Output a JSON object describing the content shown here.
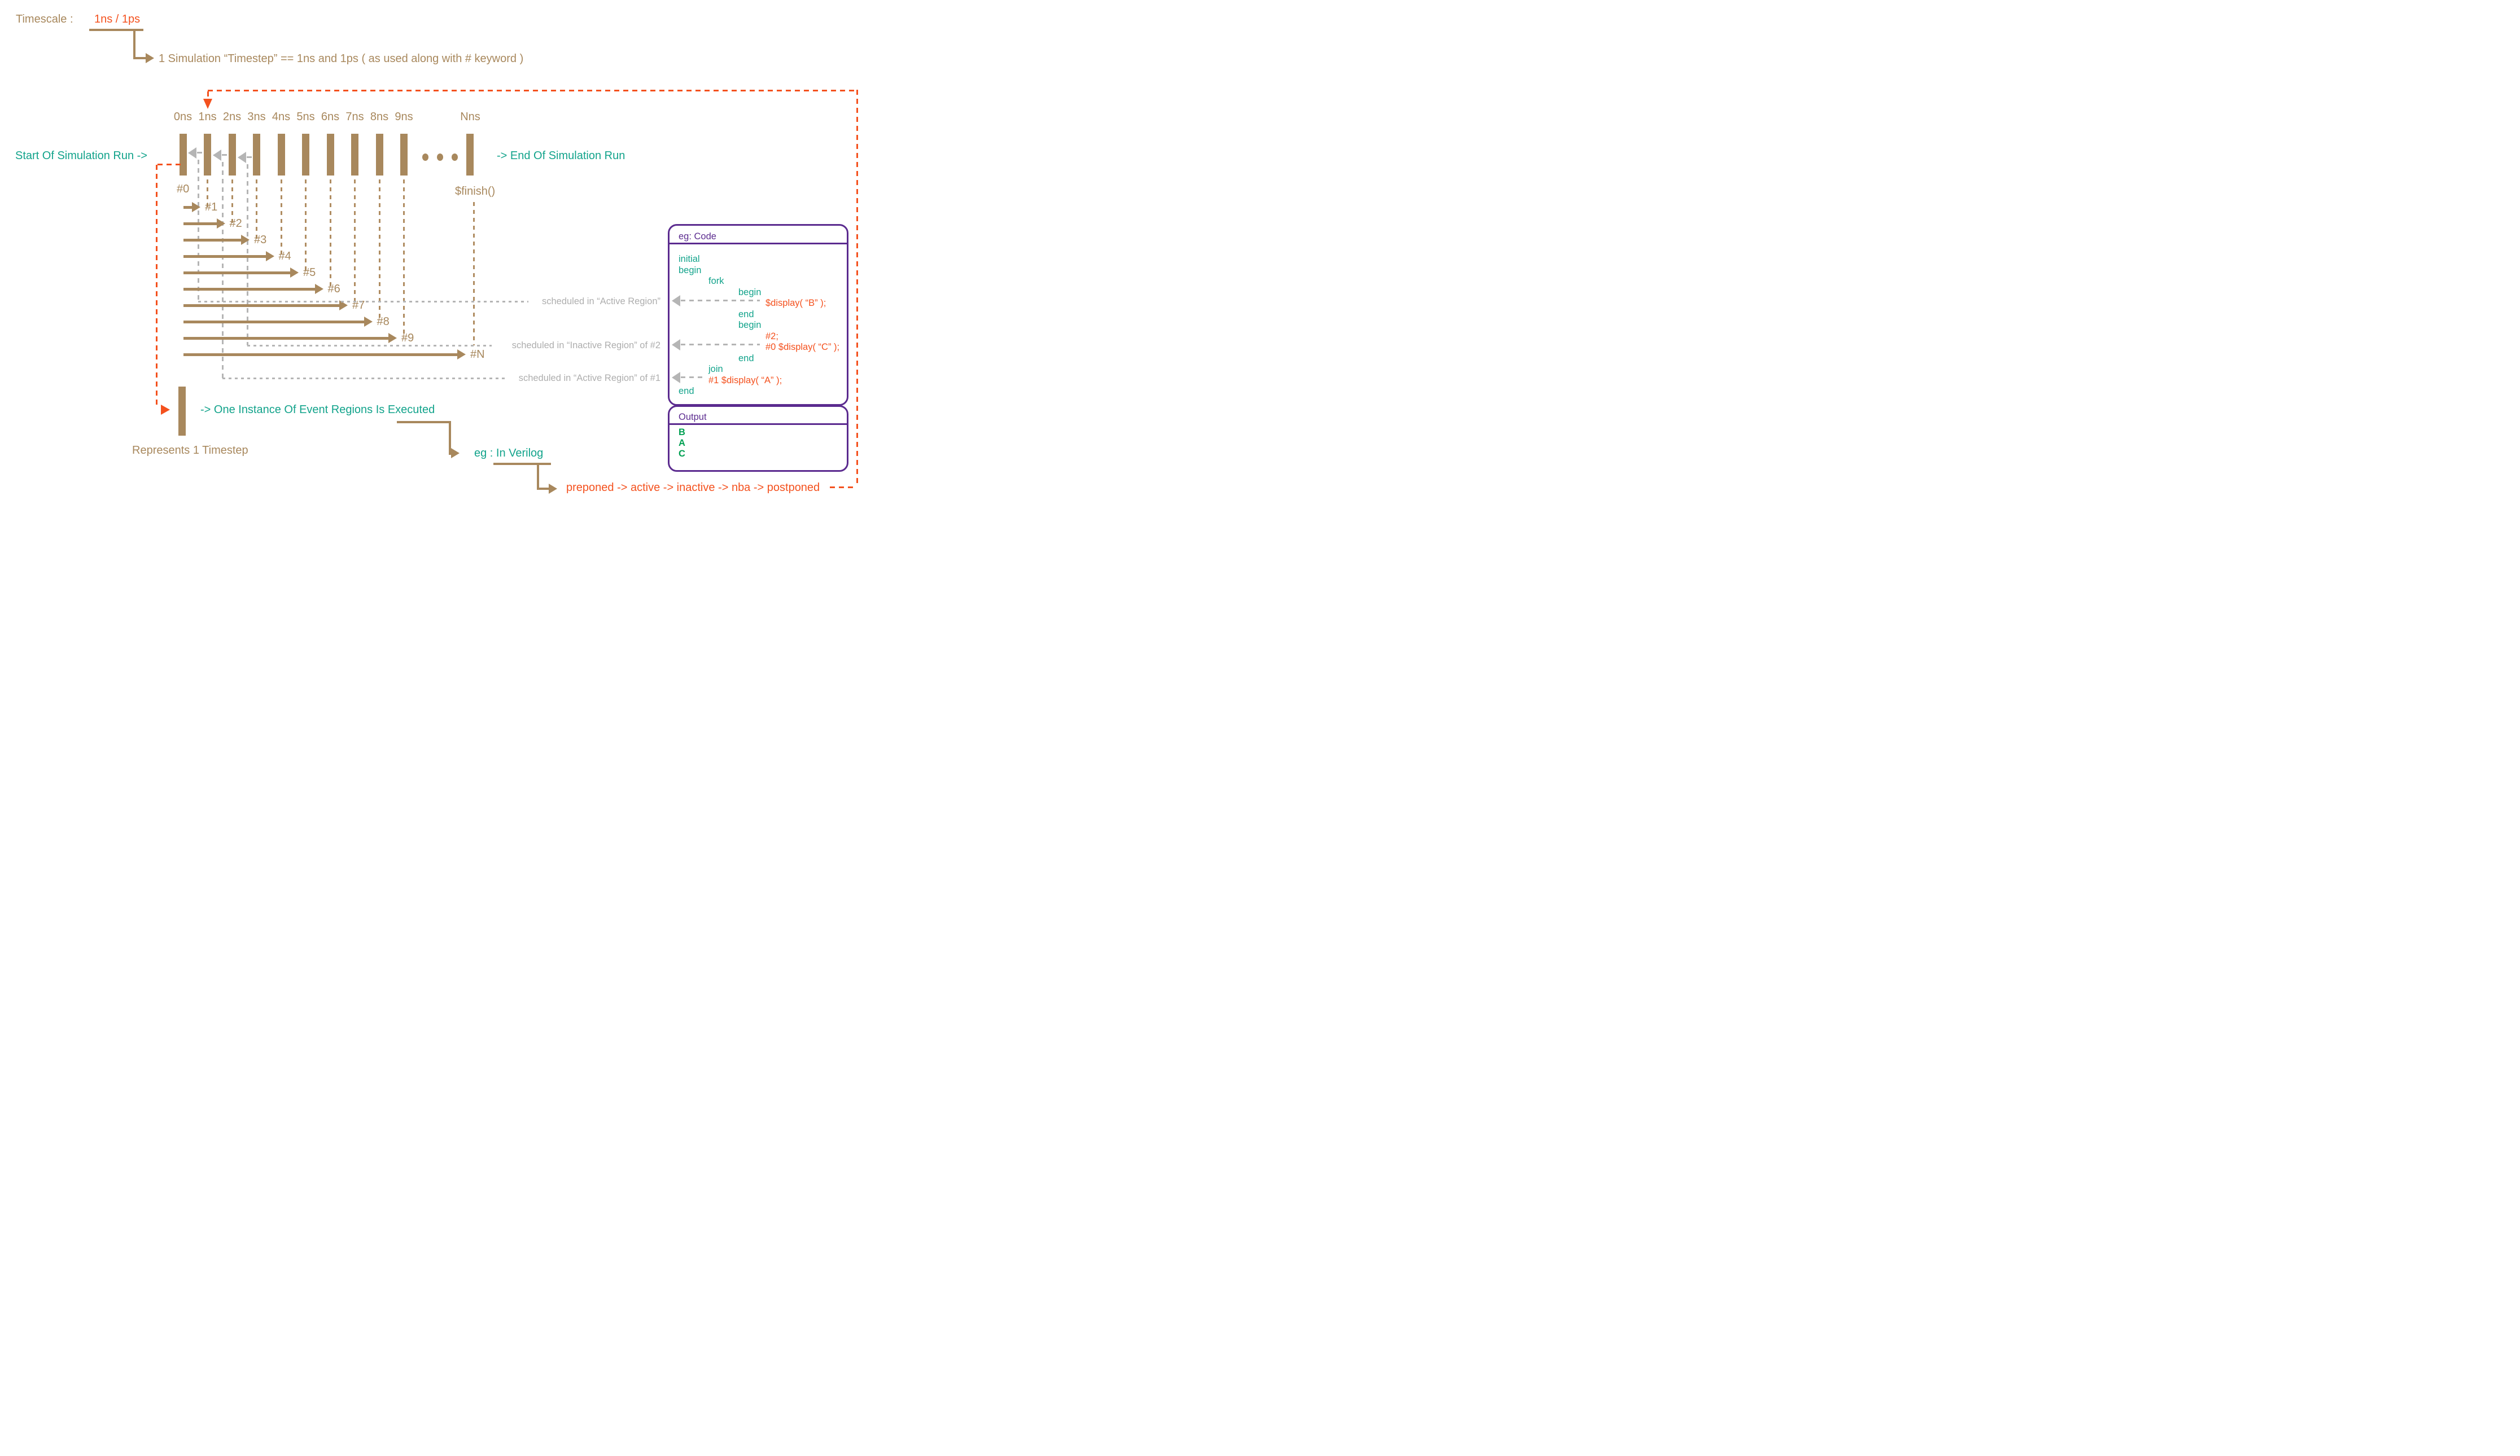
{
  "colors": {
    "brown": "#a8885d",
    "orange": "#f4511e",
    "teal": "#12a38b",
    "gray": "#b5b5b5",
    "purple": "#5b2b8f",
    "green": "#00a052"
  },
  "header": {
    "timescale_label": "Timescale :",
    "timescale_value": "1ns / 1ps",
    "timestep_note": "1 Simulation “Timestep” == 1ns and 1ps ( as used along with # keyword )"
  },
  "timeline": {
    "tick_labels": [
      "0ns",
      "1ns",
      "2ns",
      "3ns",
      "4ns",
      "5ns",
      "6ns",
      "7ns",
      "8ns",
      "9ns"
    ],
    "last_tick_label": "Nns",
    "start_label": "Start Of Simulation Run ->",
    "end_label": "-> End Of Simulation Run",
    "time_zero_label": "#0",
    "finish_label": "$finish()",
    "delay_arrows": [
      "#1",
      "#2",
      "#3",
      "#4",
      "#5",
      "#6",
      "#7",
      "#8",
      "#9",
      "#N"
    ]
  },
  "schedule_notes": [
    {
      "label": "scheduled in “Active Region”"
    },
    {
      "label": "scheduled in “Inactive Region” of #2"
    },
    {
      "label": "scheduled in “Active Region” of #1"
    }
  ],
  "code_panel": {
    "title": "eg: Code",
    "lines": [
      {
        "text": "initial",
        "type": "keyword",
        "indent": 0
      },
      {
        "text": "begin",
        "type": "keyword",
        "indent": 0
      },
      {
        "text": "fork",
        "type": "keyword",
        "indent": 1
      },
      {
        "text": "begin",
        "type": "keyword",
        "indent": 2
      },
      {
        "text": "$display( “B” );",
        "type": "statement",
        "indent": 3
      },
      {
        "text": "end",
        "type": "keyword",
        "indent": 2
      },
      {
        "text": "begin",
        "type": "keyword",
        "indent": 2
      },
      {
        "text": "#2;",
        "type": "statement",
        "indent": 3
      },
      {
        "text": "#0 $display( “C” );",
        "type": "statement",
        "indent": 3
      },
      {
        "text": "end",
        "type": "keyword",
        "indent": 2
      },
      {
        "text": "join",
        "type": "keyword",
        "indent": 1
      },
      {
        "text": "#1 $display( “A” );",
        "type": "statement",
        "indent": 1
      },
      {
        "text": "end",
        "type": "keyword",
        "indent": 0
      }
    ]
  },
  "output_panel": {
    "title": "Output",
    "lines": [
      "B",
      "A",
      "C"
    ]
  },
  "footer": {
    "timestep_instance_note": "-> One Instance Of Event Regions Is Executed",
    "represents_note": "Represents 1 Timestep",
    "verilog_note": "eg : In Verilog",
    "regions_chain": "preponed -> active -> inactive -> nba -> postponed"
  }
}
